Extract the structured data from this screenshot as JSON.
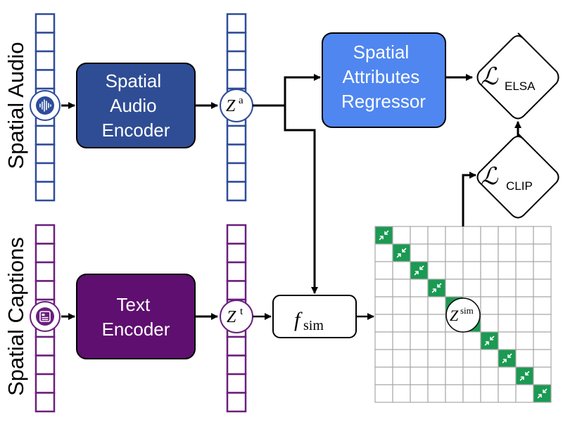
{
  "rows": {
    "audio_label": "Spatial Audio",
    "captions_label": "Spatial Captions"
  },
  "encoders": {
    "audio": [
      "Spatial",
      "Audio",
      "Encoder"
    ],
    "text": [
      "Text",
      "Encoder"
    ]
  },
  "embeddings": {
    "audio_base": "Z",
    "audio_sup": "a",
    "text_base": "Z",
    "text_sup": "t"
  },
  "regressor": [
    "Spatial",
    "Attributes",
    "Regressor"
  ],
  "similarity": {
    "f_base": "f",
    "f_sub": "sim",
    "matrix_base": "Z",
    "matrix_sup": "sim"
  },
  "losses": {
    "script_char": "ℒ",
    "elsa_sub": "ELSA",
    "clip_sub": "CLIP"
  },
  "colors": {
    "audio_blue": "#2e4c9a",
    "audio_dark": "#2f4d95",
    "regressor": "#4f86f0",
    "text_purple": "#5f0f6f",
    "caption_purple": "#6b1f7e",
    "matrix_green": "#1a9a52"
  },
  "icons": {
    "audio_input": "waveform-icon",
    "caption_input": "document-icon"
  }
}
